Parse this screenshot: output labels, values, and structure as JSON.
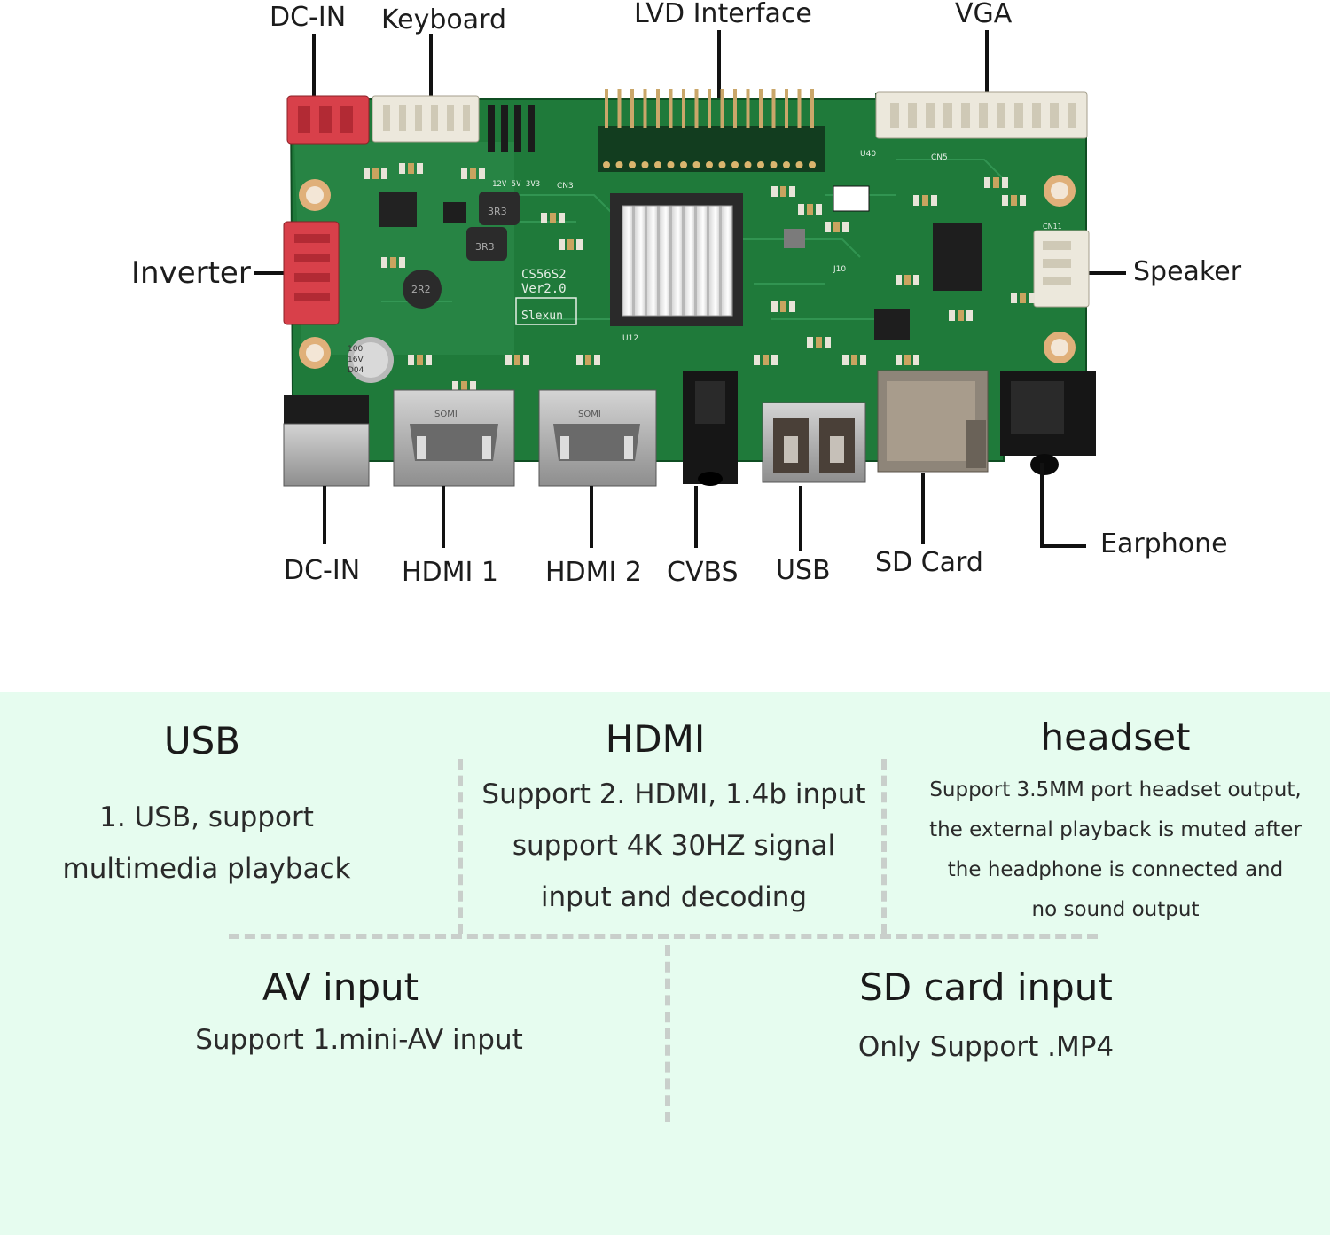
{
  "top_labels": {
    "dcin_top": "DC-IN",
    "keyboard": "Keyboard",
    "lvd": "LVD Interface",
    "vga": "VGA",
    "inverter": "Inverter",
    "speaker": "Speaker",
    "dcin_bottom": "DC-IN",
    "hdmi1": "HDMI 1",
    "hdmi2": "HDMI 2",
    "cvbs": "CVBS",
    "usb": "USB",
    "sdcard": "SD Card",
    "earphone": "Earphone"
  },
  "board_marks": {
    "model": "CS56S2",
    "version": "Ver2.0",
    "brand": "Slexun",
    "l1": "3R3",
    "l2": "3R3",
    "l3": "2R2",
    "cap1": "100",
    "cap2": "16V",
    "cap3": "D04",
    "volt": "12V 5V 3V3",
    "hdmi_a": "SOMI",
    "hdmi_b": "SOMI",
    "u12": "U12",
    "u40": "U40",
    "j10": "J10",
    "cn3": "CN3",
    "cn5": "CN5",
    "cn11": "CN11"
  },
  "features": {
    "usb": {
      "title": "USB",
      "lines": [
        "1. USB, support",
        "multimedia playback"
      ]
    },
    "hdmi": {
      "title": "HDMI",
      "lines": [
        "Support 2. HDMI, 1.4b input",
        "support 4K 30HZ signal",
        "input and decoding"
      ]
    },
    "headset": {
      "title": "headset",
      "lines": [
        "Support 3.5MM port headset output,",
        "the external playback is muted after",
        "the headphone is connected and",
        "no sound output"
      ]
    },
    "av": {
      "title": "AV input",
      "lines": [
        "Support 1.mini-AV input"
      ]
    },
    "sd": {
      "title": "SD card input",
      "lines": [
        "Only Support .MP4"
      ]
    }
  },
  "colors": {
    "panel_bg": "#e6fcef",
    "pcb": "#1f7a3a",
    "connector_red": "#d8404a",
    "connector_white": "#ece8dc",
    "divider": "#c9cfcb"
  }
}
